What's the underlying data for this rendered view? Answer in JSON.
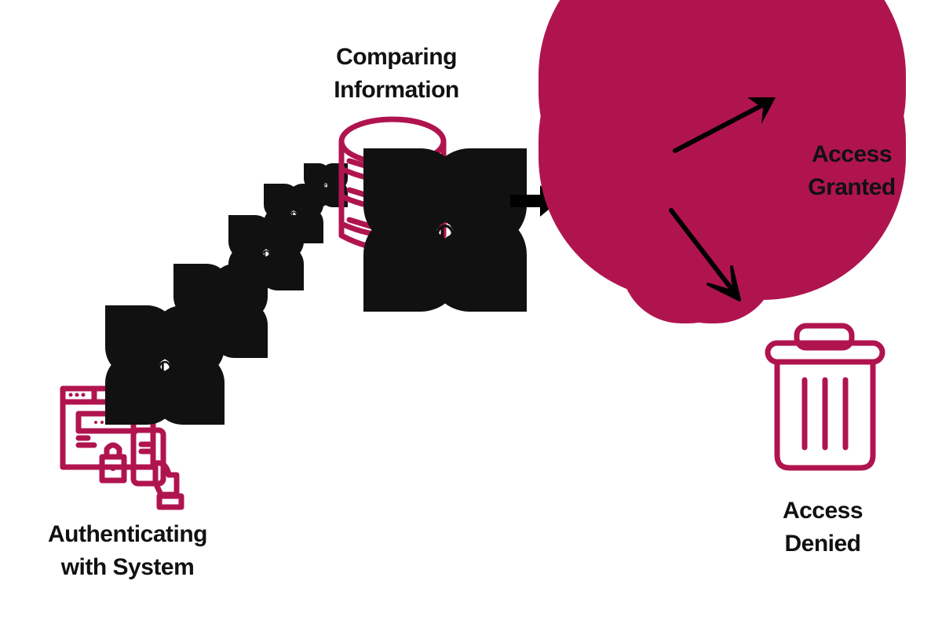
{
  "colors": {
    "accent": "#b0144f",
    "text": "#111111",
    "arrow": "#000000"
  },
  "steps": {
    "authenticate": {
      "line1": "Authenticating",
      "line2": "with System",
      "icon": "browser-phone-lock-icon"
    },
    "compare": {
      "line1": "Comparing",
      "line2": "Information",
      "icon": "database-icon"
    },
    "granted": {
      "line1": "Access",
      "line2": "Granted",
      "icon": "laptop-fingerprint-unlock-icon"
    },
    "denied": {
      "line1": "Access",
      "line2": "Denied",
      "icon": "trash-bin-icon"
    }
  },
  "connectors": [
    "fingerprint-trail",
    "exchange-arrows",
    "document",
    "granted-arrow",
    "denied-arrow"
  ]
}
